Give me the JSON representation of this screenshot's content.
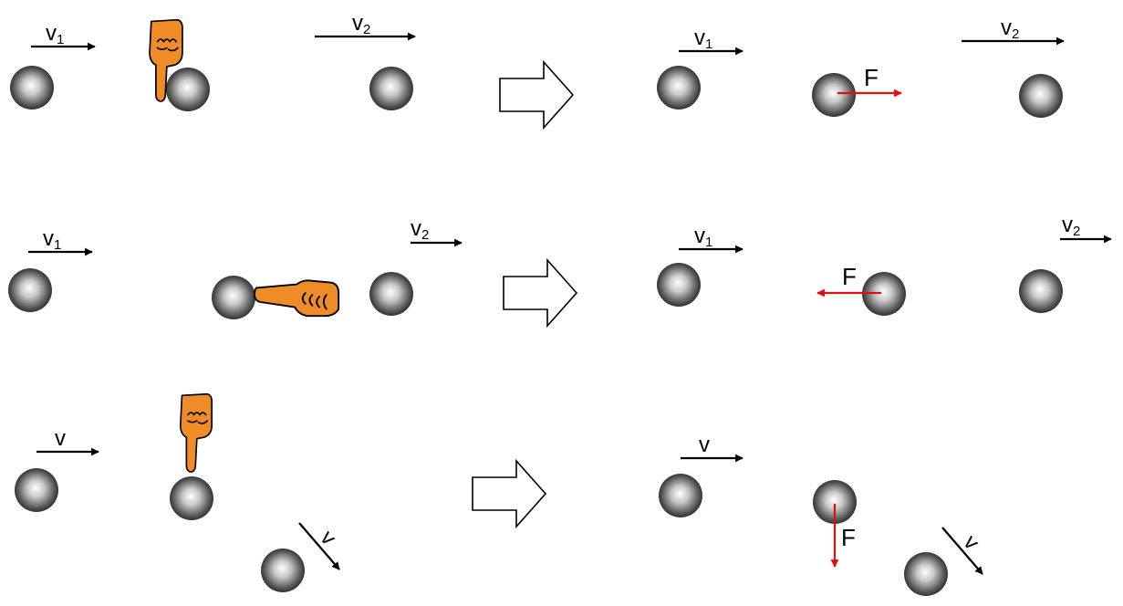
{
  "labels": {
    "v": "v",
    "sub1": "1",
    "sub2": "2",
    "F": "F"
  },
  "colors": {
    "ball_light": "#ffffff",
    "ball_mid": "#9a9a9a",
    "ball_dark": "#1e1e1e",
    "velocity_arrow": "#000000",
    "force_arrow": "#e01010",
    "hand_fill": "#f08c28",
    "hand_outline": "#000000",
    "transition_arrow_fill": "#ffffff",
    "transition_arrow_stroke": "#000000"
  },
  "icons": {
    "hand_pointing_down": "hand-pointing-down-icon",
    "hand_pointing_left": "hand-pointing-left-icon",
    "transition_arrow": "hollow-right-arrow-icon"
  }
}
